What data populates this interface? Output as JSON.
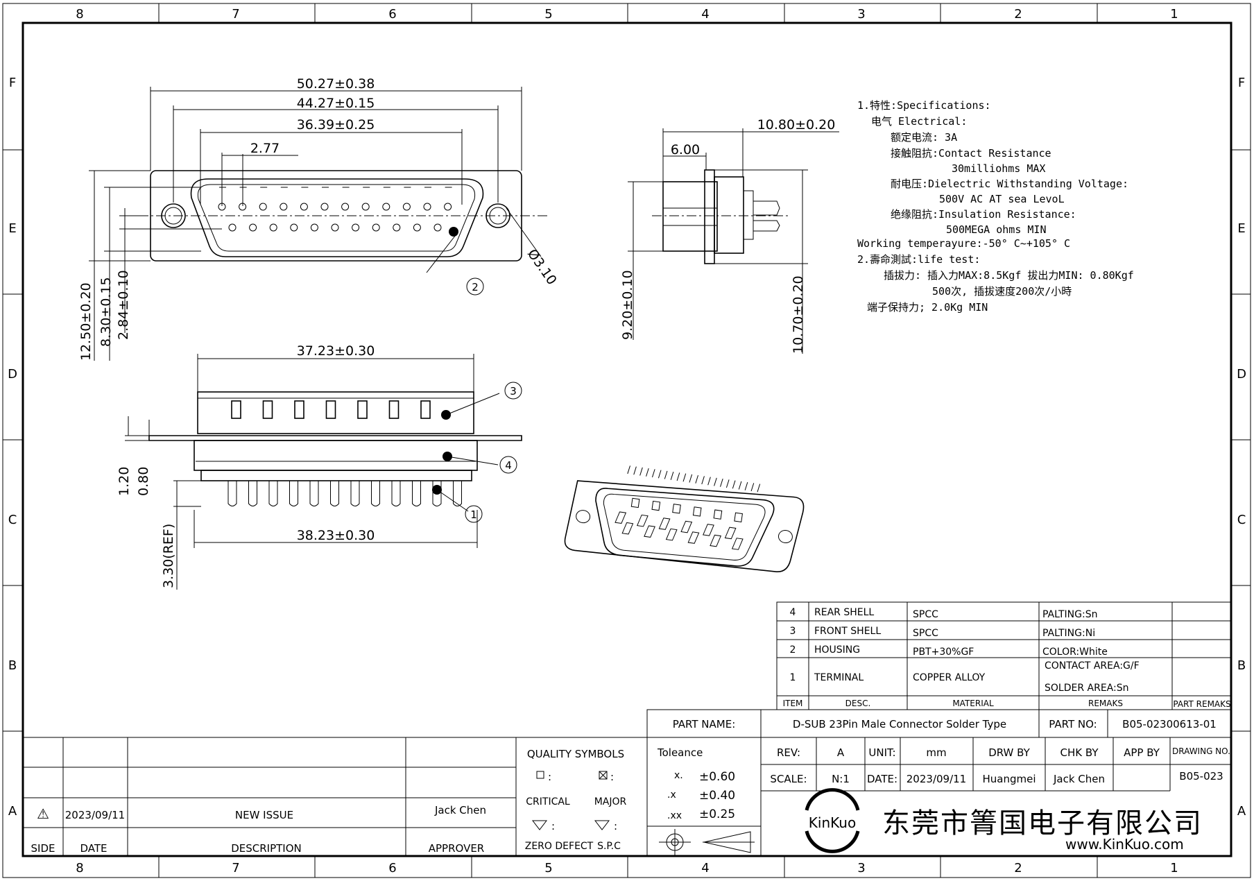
{
  "frame": {
    "columns_top": [
      "8",
      "7",
      "6",
      "5",
      "4",
      "3",
      "2",
      "1"
    ],
    "columns_bottom": [
      "8",
      "7",
      "6",
      "5",
      "4",
      "3",
      "2",
      "1"
    ],
    "rows": [
      "F",
      "E",
      "D",
      "C",
      "B",
      "A"
    ]
  },
  "dimensions": {
    "front": [
      "50.27±0.38",
      "44.27±0.15",
      "36.39±0.25",
      "2.77",
      "12.50±0.20",
      "8.30±0.15",
      "2.84±0.10",
      "Ø3.10"
    ],
    "side": [
      "10.80±0.20",
      "6.00",
      "9.20±0.10",
      "10.70±0.20"
    ],
    "bottom": [
      "37.23±0.30",
      "1.20",
      "0.80",
      "3.30(REF)",
      "38.23±0.30"
    ]
  },
  "balloons": [
    "2",
    "3",
    "4",
    "1"
  ],
  "specifications": [
    "1.特性:Specifications:",
    "电气 Electrical:",
    "额定电流: 3A",
    "接触阻抗:Contact Resistance",
    "30milliohms MAX",
    "耐电压:Dielectric Withstanding Voltage:",
    "500V AC AT sea LevoL",
    "绝缘阻抗:Insulation Resistance:",
    "500MEGA ohms MIN",
    "Working temperayure:-50° C~+105° C",
    "2.壽命測試:life test:",
    "插拔力: 插入力MAX:8.5Kgf  拔出力MIN: 0.80Kgf",
    "500次, 插拔速度200次/小時",
    "端子保持力; 2.0Kg MIN"
  ],
  "bom": {
    "rows": [
      {
        "item": "4",
        "desc": "REAR SHELL",
        "material": "SPCC",
        "remark": "PALTING:Sn"
      },
      {
        "item": "3",
        "desc": "FRONT SHELL",
        "material": "SPCC",
        "remark": "PALTING:Ni"
      },
      {
        "item": "2",
        "desc": "HOUSING",
        "material": "PBT+30%GF",
        "remark": "COLOR:White"
      },
      {
        "item": "1",
        "desc": "TERMINAL",
        "material": "COPPER ALLOY",
        "remark": "CONTACT AREA:G/F",
        "remark2": "SOLDER AREA:Sn"
      }
    ],
    "header": {
      "item": "ITEM",
      "desc": "DESC.",
      "material": "MATERIAL",
      "remark": "REMAKS",
      "part_remarks": "PART REMAKS"
    }
  },
  "title_block": {
    "part_name_label": "PART    NAME:",
    "part_name": "D-SUB 23Pin Male Connector Solder Type",
    "part_no_label": "PART NO:",
    "part_no": "B05-02300613-01",
    "tolerance_label": "Toleance",
    "tolerances": [
      {
        "k": "x.",
        "v": "±0.60"
      },
      {
        "k": ".x",
        "v": "±0.40"
      },
      {
        "k": ".xx",
        "v": "±0.25"
      }
    ],
    "rev_label": "REV:",
    "rev": "A",
    "unit_label": "UNIT:",
    "unit": "mm",
    "drw_by_label": "DRW BY",
    "chk_by_label": "CHK BY",
    "app_by_label": "APP BY",
    "drawing_no_label": "DRAWING NO.",
    "scale_label": "SCALE:",
    "scale": "N:1",
    "date_label": "DATE:",
    "date": "2023/09/11",
    "drw_by": "Huangmei",
    "chk_by": "Jack Chen",
    "drawing_no": "B05-023",
    "logo_text": "KinKuo",
    "company_cn": "东莞市箐国电子有限公司",
    "website": "www.KinKuo.com"
  },
  "quality": {
    "title": "QUALITY SYMBOLS",
    "critical": "CRITICAL",
    "major": "MAJOR",
    "zero_defect": "ZERO DEFECT",
    "spc": "S.P.C",
    "colon": ":"
  },
  "revision": {
    "side": "⚠",
    "date": "2023/09/11",
    "description": "NEW ISSUE",
    "approver": "Jack Chen",
    "hdr_side": "SIDE",
    "hdr_date": "DATE",
    "hdr_desc": "DESCRIPTION",
    "hdr_approver": "APPROVER"
  }
}
